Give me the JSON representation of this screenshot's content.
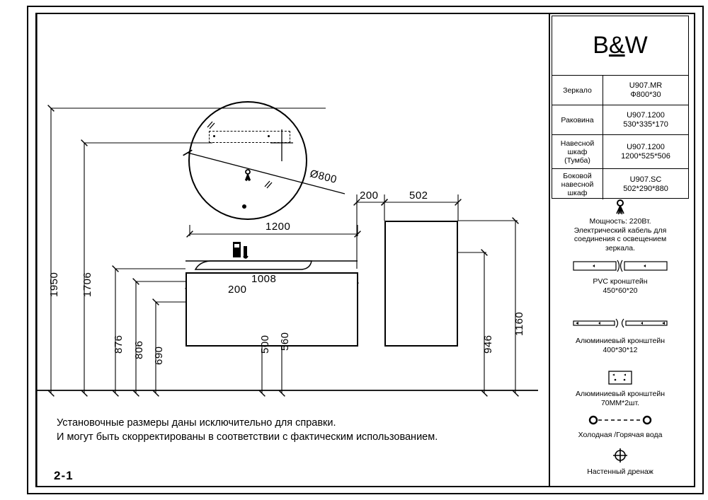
{
  "sheet": {
    "page_number": "2-1",
    "note_line1": "Установочные размеры даны исключительно для справки.",
    "note_line2": "И могут быть скорректированы в соответствии с фактическим использованием."
  },
  "title_block": {
    "logo_left": "B",
    "logo_amp": "&",
    "logo_right": "W",
    "rows": [
      {
        "label": "Зеркало",
        "code": "U907.MR",
        "size": "Ф800*30"
      },
      {
        "label": "Раковина",
        "code": "U907.1200",
        "size": "530*335*170"
      },
      {
        "label": "Навесной\nшкаф\n(Тумба)",
        "code": "U907.1200",
        "size": "1200*525*506"
      },
      {
        "label": "Боковой\nнавесной\nшкаф",
        "code": "U907.SC",
        "size": "502*290*880"
      }
    ]
  },
  "legend": {
    "items": [
      {
        "icon": "power-plug-icon",
        "caption": "Мощность: 220Вт.\nЭлектрический кабель для\nсоединения с освещением\nзеркала."
      },
      {
        "icon": "pvc-bracket-icon",
        "caption": "PVC кронштейн\n450*60*20"
      },
      {
        "icon": "aluminium-bracket-icon",
        "caption": "Алюминиевый кронштейн\n400*30*12"
      },
      {
        "icon": "aluminium-plate-bracket-icon",
        "caption": "Алюминиевый кронштейн\n70MM*2шт."
      },
      {
        "icon": "water-supply-icon",
        "caption": "Холодная /Горячая вода"
      },
      {
        "icon": "wall-drain-icon",
        "caption": "Настенный дренаж"
      }
    ]
  },
  "drawing": {
    "dimensions": {
      "v_1950": "1950",
      "v_1706": "1706",
      "v_876": "876",
      "v_806": "806",
      "v_690": "690",
      "v_500": "500",
      "v_560": "560",
      "v_946": "946",
      "v_1160": "1160",
      "h_1200": "1200",
      "h_1008": "1008",
      "h_200_basin": "200",
      "h_200_gap": "200",
      "h_502": "502",
      "d_800": "Ø800"
    }
  }
}
